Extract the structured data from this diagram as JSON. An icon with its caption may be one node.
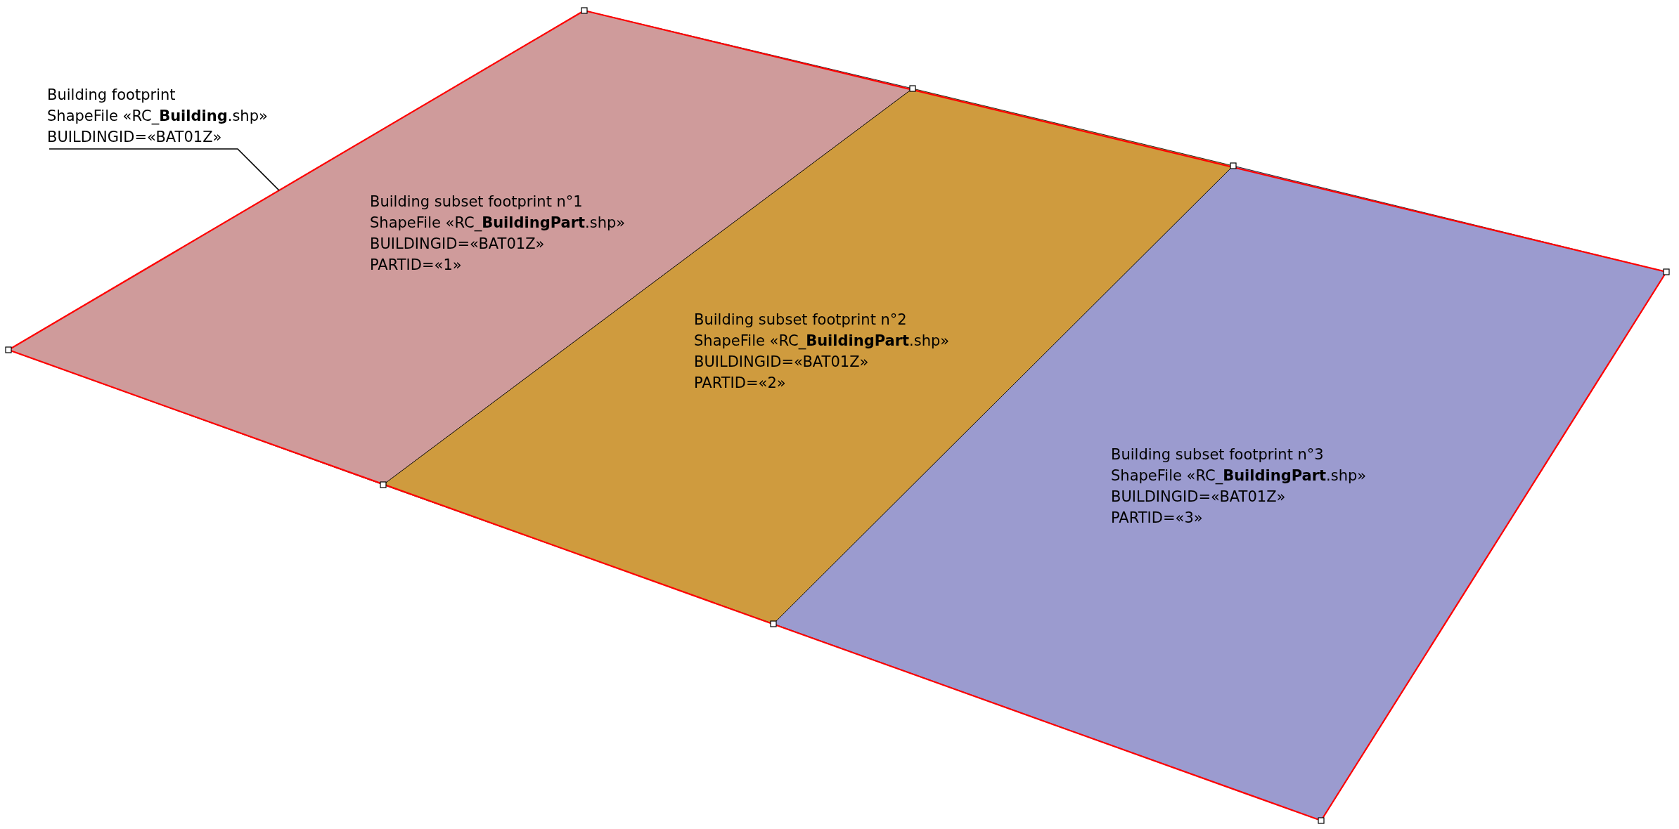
{
  "diagram": {
    "nodes": [
      {
        "text": [
          "Building footprint",
          "ShapeFile «RC_**Building**.shp»",
          "BUILDINGID=«BAT01Z»"
        ]
      },
      {
        "text": [],
        "shape": "polygon"
      },
      {
        "text": [
          "Building subset footprint n°1",
          "ShapeFile «RC_**BuildingPart**.shp»",
          "BUILDINGID=«BAT01Z»",
          "PARTID=«1»"
        ],
        "in": 1
      },
      {
        "text": [
          "Building subset footprint n°2",
          "ShapeFile «RC_**BuildingPart**.shp»",
          "BUILDINGID=«BAT01Z»",
          "PARTID=«2»"
        ],
        "in": 1
      },
      {
        "text": [
          "Building subset footprint n°3",
          "ShapeFile «RC_**BuildingPart**.shp»",
          "BUILDINGID=«BAT01Z»",
          "PARTID=«3»"
        ],
        "in": 1
      }
    ],
    "edges": [
      {
        "from": 0,
        "to": 1,
        "arrow": "none"
      }
    ]
  }
}
